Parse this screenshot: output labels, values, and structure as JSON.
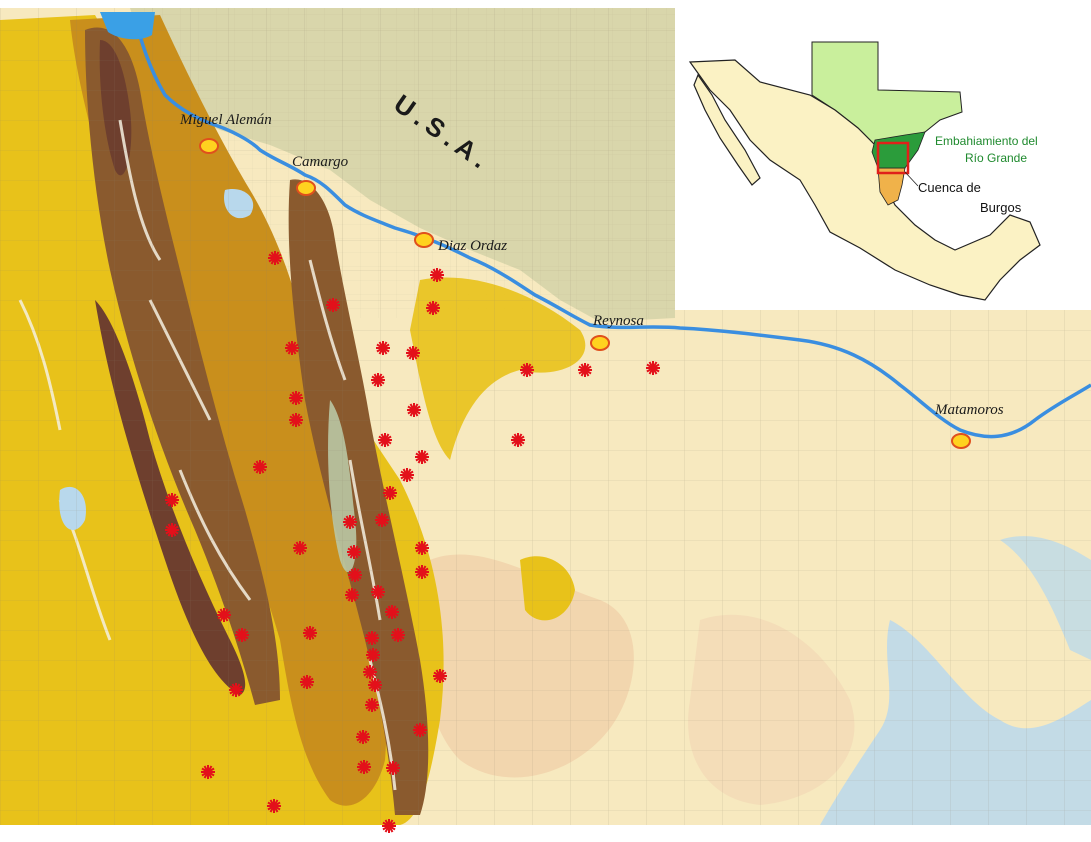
{
  "map": {
    "country_label": "U.S.A.",
    "cities": [
      {
        "id": "miguel-aleman",
        "name": "Miguel Alemán"
      },
      {
        "id": "camargo",
        "name": "Camargo"
      },
      {
        "id": "diaz-ordaz",
        "name": "Diaz Ordaz"
      },
      {
        "id": "reynosa",
        "name": "Reynosa"
      },
      {
        "id": "matamoros",
        "name": "Matamoros"
      }
    ],
    "colors": {
      "river": "#3a8ee0",
      "city_marker_fill": "#ffd21f",
      "city_marker_stroke": "#e0501c",
      "well_marker": "#e3101a",
      "plain": "#f7e9bf",
      "usa_area": "#d9d6ab",
      "yellow_unit": "#e8c21a",
      "ochre_unit": "#c98f1c",
      "brown_unit": "#8a5a2e",
      "dark_brown_unit": "#6e3f2e",
      "sea": "#bcd9ea"
    }
  },
  "inset": {
    "label_rio_grande_line1": "Embahiamiento del",
    "label_rio_grande_line2": "Río Grande",
    "label_burgos_line1": "Cuenca de",
    "label_burgos_line2": "Burgos",
    "colors": {
      "mexico": "#fbf2c4",
      "usa": "#c9ef9c",
      "rio_grande_basin": "#2b9c3b",
      "burgos_basin": "#f0b24a",
      "highlight_box": "#e0201a"
    }
  }
}
